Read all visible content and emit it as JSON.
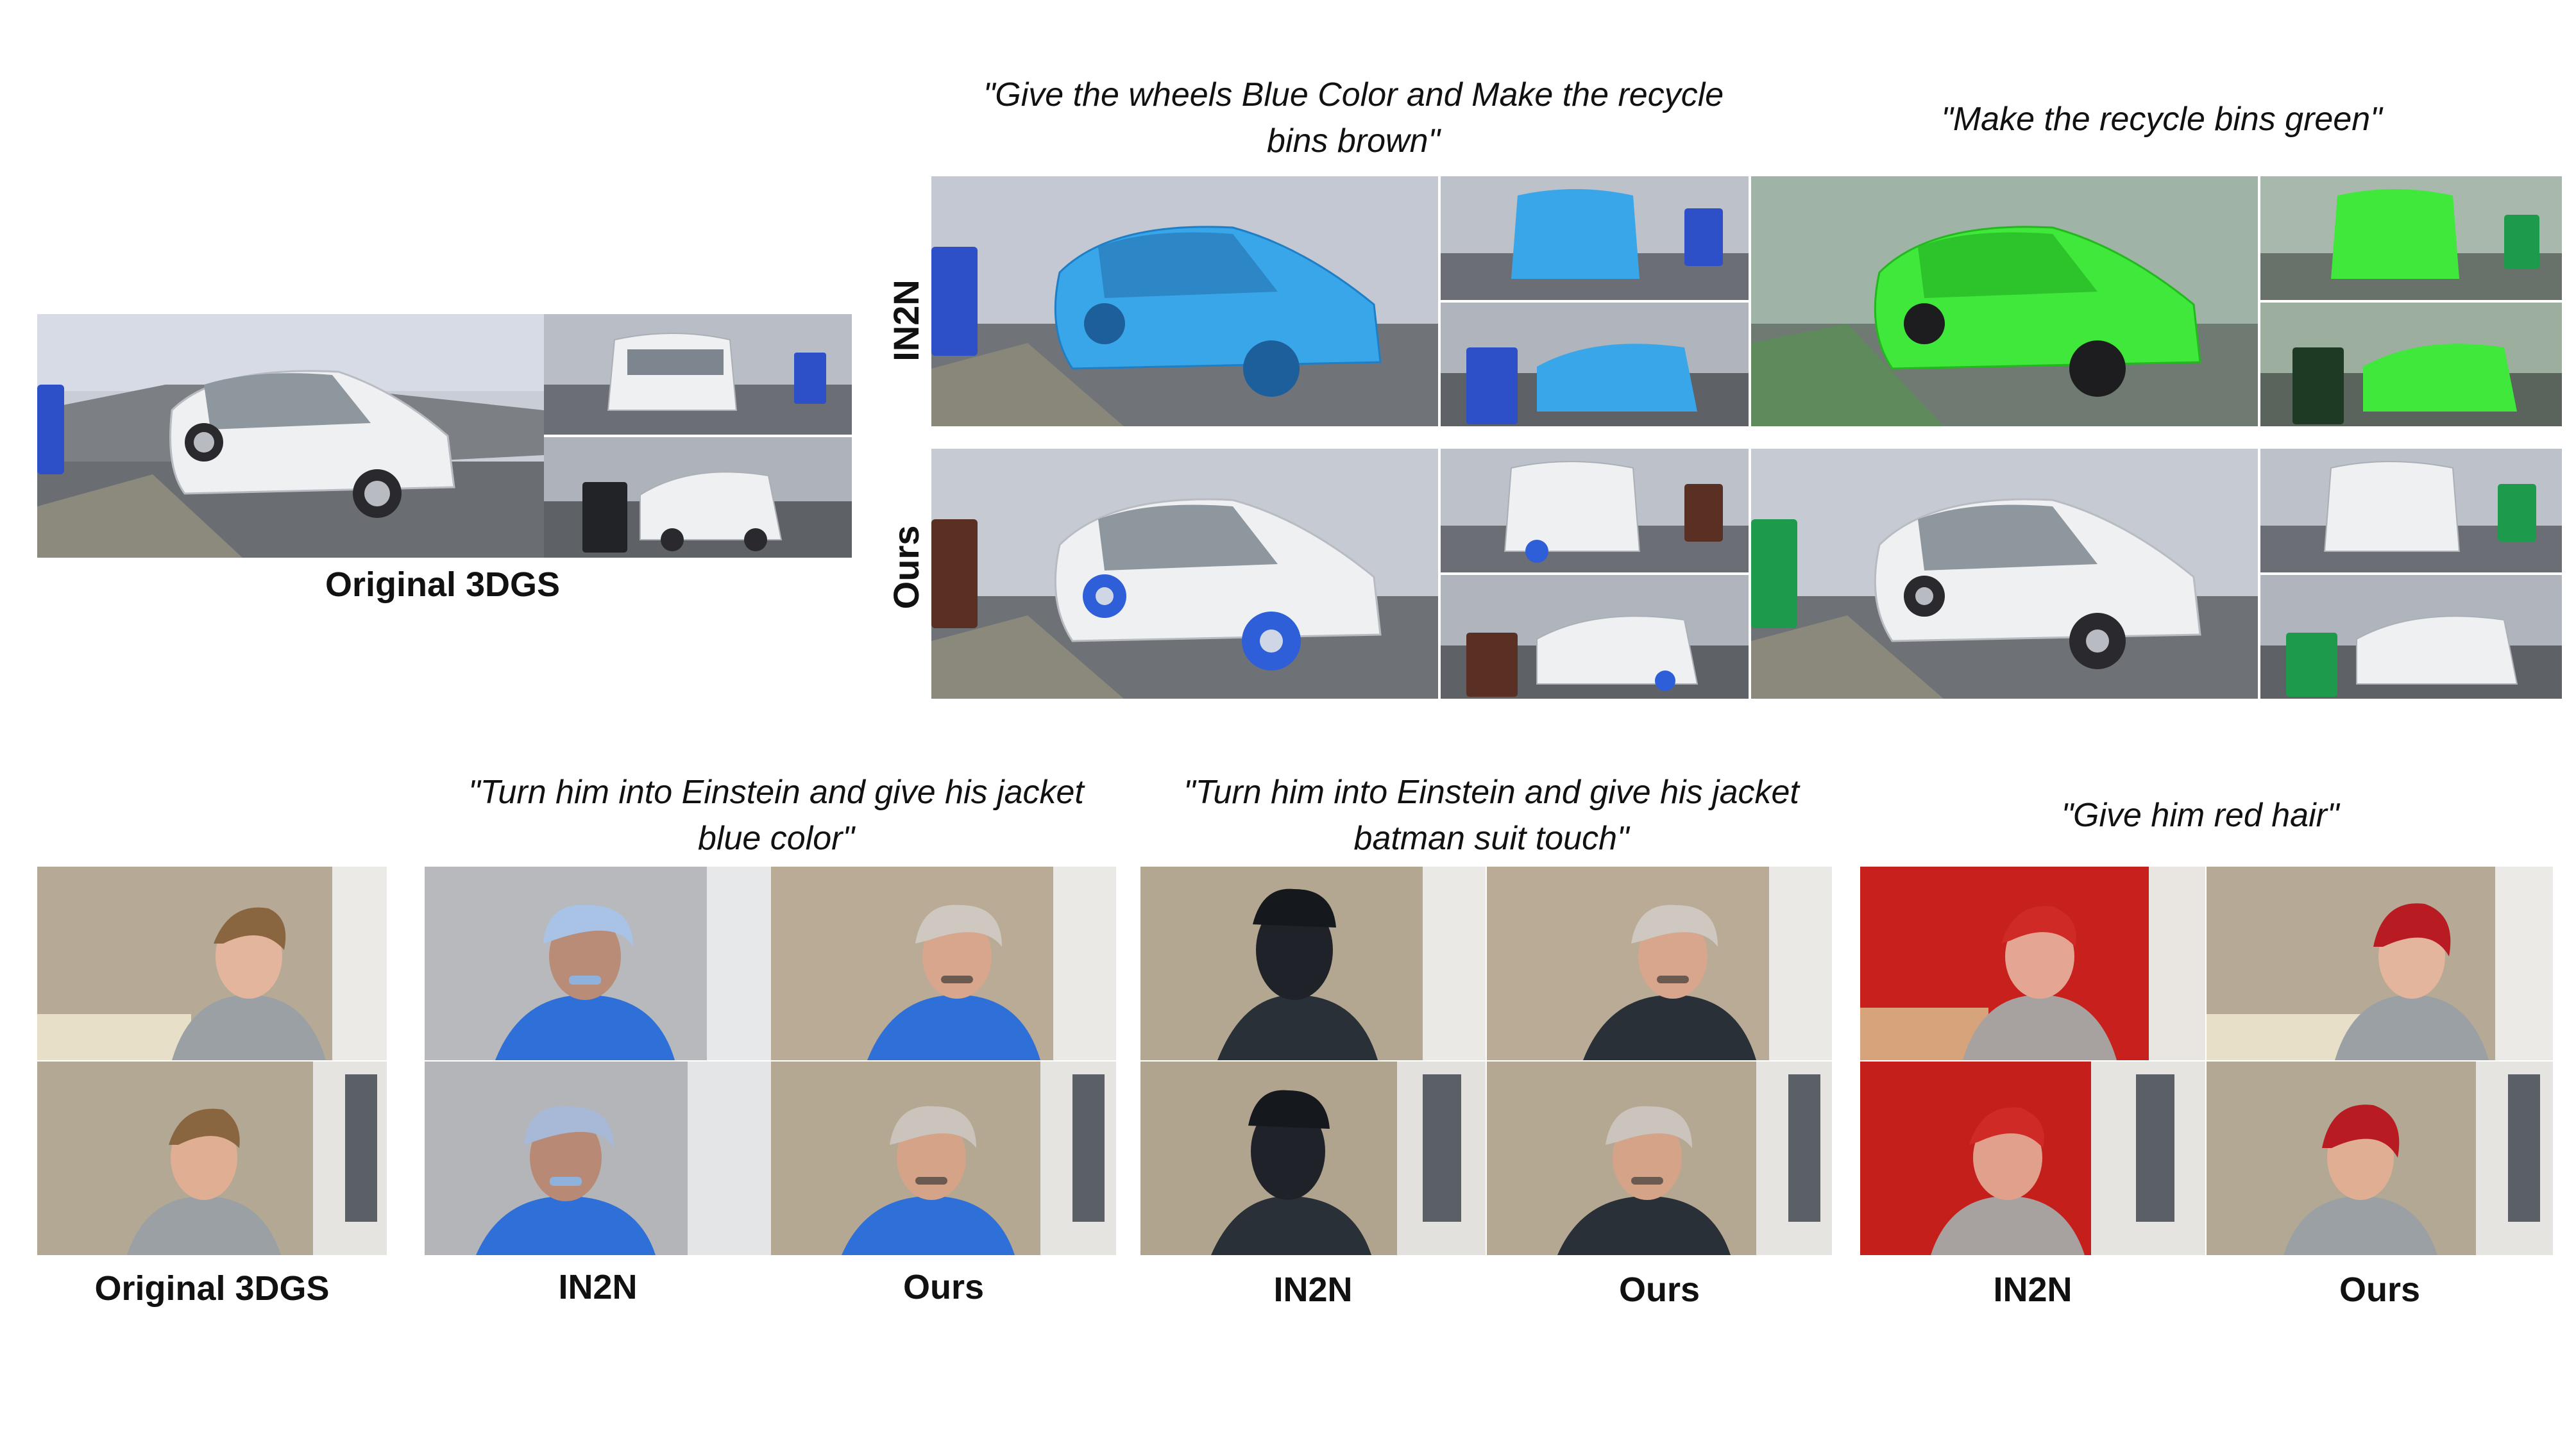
{
  "top": {
    "original_label": "Original 3DGS",
    "prompt_a": "\"Give the wheels Blue Color and Make the recycle bins brown\"",
    "prompt_b": "\"Make the recycle bins green\"",
    "row_in2n": "IN2N",
    "row_ours": "Ours"
  },
  "bottom": {
    "original_label": "Original 3DGS",
    "prompt_1": "\"Turn him into Einstein and give his jacket blue color\"",
    "prompt_2": "\"Turn him into Einstein and give his jacket batman suit touch\"",
    "prompt_3": "\"Give him red hair\"",
    "in2n_1": "IN2N",
    "ours_1": "Ours",
    "in2n_2": "IN2N",
    "ours_2": "Ours",
    "in2n_3": "IN2N",
    "ours_3": "Ours"
  },
  "colors": {
    "white_car": "#eef0f2",
    "blue_car": "#3aa6ea",
    "green_car": "#3fe83a",
    "blue_bin": "#2d50c8",
    "brown_bin": "#5a3024",
    "green_bin": "#1e9a4c",
    "blue_jacket": "#2f6fd8",
    "dark_jacket": "#2a3038",
    "grey_jacket": "#9aa0a4",
    "red_bg": "#c8201c",
    "red_hair": "#b81c22"
  }
}
